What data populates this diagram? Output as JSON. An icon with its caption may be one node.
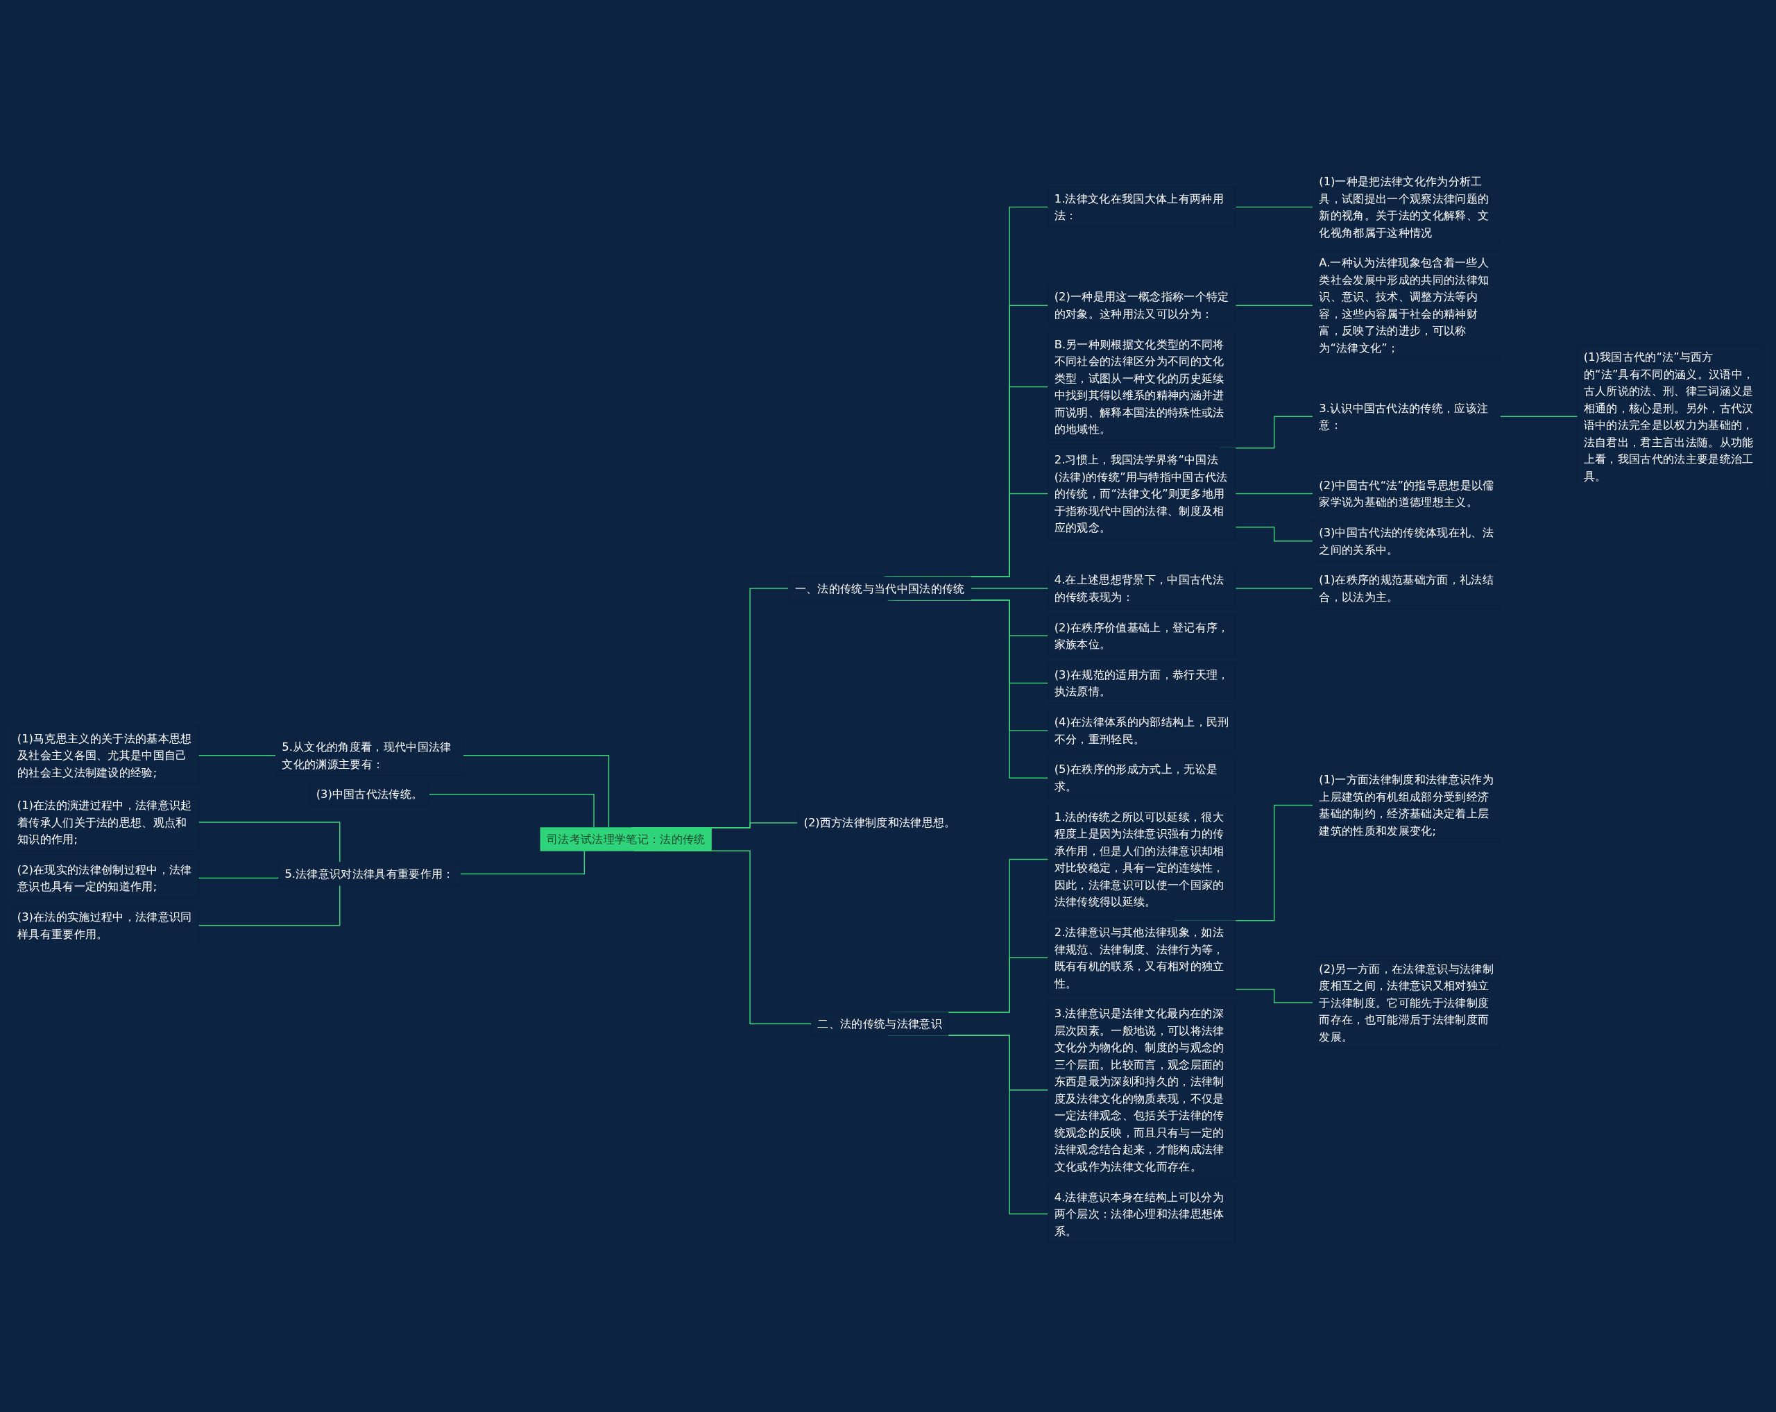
{
  "diagram": {
    "nodes": [
      {
        "text": [
          "司法考试法理学笔记：法的传统"
        ]
      },
      {
        "text": [
          "一、法的传统与当代中国法的传统"
        ]
      },
      {
        "text": [
          "1.法律文化在我国大体上有两种用法："
        ]
      },
      {
        "text": [
          "(1)一种是把法律文化作为分析工具，试图提出一个观察法律问题的新的视角。关于法的文化解释、文化视角都属于这种情况"
        ]
      },
      {
        "text": [
          "(2)一种是用这一概念指称一个特定的对象。这种用法又可以分为："
        ]
      },
      {
        "text": [
          "A.一种认为法律现象包含着一些人类社会发展中形成的共同的法律知识、意识、技术、调整方法等内容，这些内容属于社会的精神财富，反映了法的进步，可以称为“法律文化”；"
        ]
      },
      {
        "text": [
          "B.另一种则根据文化类型的不同将不同社会的法律区分为不同的文化类型，试图从一种文化的历史延续中找到其得以维系的精神内涵并进而说明、解释本国法的特殊性或法的地域性。"
        ]
      },
      {
        "text": [
          "2.习惯上，我国法学界将“中国法(法律)的传统”用与特指中国古代法的传统，而“法律文化”则更多地用于指称现代中国的法律、制度及相应的观念。"
        ]
      },
      {
        "text": [
          "3.认识中国古代法的传统，应该注意："
        ]
      },
      {
        "text": [
          "(1)我国古代的“法”与西方的“法”具有不同的涵义。汉语中，古人所说的法、刑、律三词涵义是相通的，核心是刑。另外，古代汉语中的法完全是以权力为基础的，法自君出，君主言出法随。从功能上看，我国古代的法主要是统治工具。"
        ]
      },
      {
        "text": [
          "(2)中国古代“法”的指导思想是以儒家学说为基础的道德理想主义。"
        ]
      },
      {
        "text": [
          "(3)中国古代法的传统体现在礼、法之间的关系中。"
        ]
      },
      {
        "text": [
          "4.在上述思想背景下，中国古代法的传统表现为："
        ]
      },
      {
        "text": [
          "(1)在秩序的规范基础方面，礼法结合，以法为主。"
        ]
      },
      {
        "text": [
          "(2)在秩序价值基础上，登记有序，家族本位。"
        ]
      },
      {
        "text": [
          "(3)在规范的适用方面，恭行天理，执法原情。"
        ]
      },
      {
        "text": [
          "(4)在法律体系的内部结构上，民刑不分，重刑轻民。"
        ]
      },
      {
        "text": [
          "(5)在秩序的形成方式上，无讼是求。"
        ]
      },
      {
        "text": [
          "(2)西方法律制度和法律思想。"
        ]
      },
      {
        "text": [
          "二、法的传统与法律意识"
        ]
      },
      {
        "text": [
          "1.法的传统之所以可以延续，很大程度上是因为法律意识强有力的传承作用，但是人们的法律意识却相对比较稳定，具有一定的连续性，因此，法律意识可以使一个国家的法律传统得以延续。"
        ]
      },
      {
        "text": [
          "2.法律意识与其他法律现象，如法律规范、法律制度、法律行为等，既有有机的联系，又有相对的独立性。"
        ]
      },
      {
        "text": [
          "(1)一方面法律制度和法律意识作为上层建筑的有机组成部分受到经济基础的制约，经济基础决定着上层建筑的性质和发展变化;"
        ]
      },
      {
        "text": [
          "(2)另一方面，在法律意识与法律制度相互之间，法律意识又相对独立于法律制度。它可能先于法律制度而存在，也可能滞后于法律制度而发展。"
        ]
      },
      {
        "text": [
          "3.法律意识是法律文化最内在的深层次因素。一般地说，可以将法律文化分为物化的、制度的与观念的三个层面。比较而言，观念层面的东西是最为深刻和持久的，法律制度及法律文化的物质表现，不仅是一定法律观念、包括关于法律的传统观念的反映，而且只有与一定的法律观念结合起来，才能构成法律文化或作为法律文化而存在。"
        ]
      },
      {
        "text": [
          "4.法律意识本身在结构上可以分为两个层次：法律心理和法律思想体系。"
        ]
      },
      {
        "text": [
          "5.从文化的角度看，现代中国法律文化的渊源主要有："
        ]
      },
      {
        "text": [
          "(1)马克思主义的关于法的基本思想及社会主义各国、尤其是中国自己的社会主义法制建设的经验;"
        ]
      },
      {
        "text": [
          "(3)中国古代法传统。"
        ]
      },
      {
        "text": [
          "5.法律意识对法律具有重要作用："
        ]
      },
      {
        "text": [
          "(1)在法的演进过程中，法律意识起着传承人们关于法的思想、观点和知识的作用;"
        ]
      },
      {
        "text": [
          "(2)在现实的法律创制过程中，法律意识也具有一定的知道作用;"
        ]
      },
      {
        "text": [
          "(3)在法的实施过程中，法律意识同样具有重要作用。"
        ]
      }
    ],
    "edges": [
      {
        "from": 0,
        "to": 1,
        "arrow": "none"
      },
      {
        "from": 1,
        "to": 2,
        "arrow": "none"
      },
      {
        "from": 2,
        "to": 3,
        "arrow": "none"
      },
      {
        "from": 1,
        "to": 4,
        "arrow": "none"
      },
      {
        "from": 4,
        "to": 5,
        "arrow": "none"
      },
      {
        "from": 1,
        "to": 6,
        "arrow": "none"
      },
      {
        "from": 1,
        "to": 7,
        "arrow": "none"
      },
      {
        "from": 7,
        "to": 8,
        "arrow": "none"
      },
      {
        "from": 8,
        "to": 9,
        "arrow": "none"
      },
      {
        "from": 7,
        "to": 10,
        "arrow": "none"
      },
      {
        "from": 7,
        "to": 11,
        "arrow": "none"
      },
      {
        "from": 1,
        "to": 12,
        "arrow": "none"
      },
      {
        "from": 12,
        "to": 13,
        "arrow": "none"
      },
      {
        "from": 1,
        "to": 14,
        "arrow": "none"
      },
      {
        "from": 1,
        "to": 15,
        "arrow": "none"
      },
      {
        "from": 1,
        "to": 16,
        "arrow": "none"
      },
      {
        "from": 1,
        "to": 17,
        "arrow": "none"
      },
      {
        "from": 0,
        "to": 18,
        "arrow": "none"
      },
      {
        "from": 0,
        "to": 19,
        "arrow": "none"
      },
      {
        "from": 19,
        "to": 20,
        "arrow": "none"
      },
      {
        "from": 19,
        "to": 21,
        "arrow": "none"
      },
      {
        "from": 21,
        "to": 22,
        "arrow": "none"
      },
      {
        "from": 21,
        "to": 23,
        "arrow": "none"
      },
      {
        "from": 19,
        "to": 24,
        "arrow": "none"
      },
      {
        "from": 19,
        "to": 25,
        "arrow": "none"
      },
      {
        "from": 0,
        "to": 26,
        "arrow": "none"
      },
      {
        "from": 26,
        "to": 27,
        "arrow": "none"
      },
      {
        "from": 0,
        "to": 28,
        "arrow": "none"
      },
      {
        "from": 0,
        "to": 29,
        "arrow": "none"
      },
      {
        "from": 29,
        "to": 30,
        "arrow": "none"
      },
      {
        "from": 29,
        "to": 31,
        "arrow": "none"
      },
      {
        "from": 29,
        "to": 32,
        "arrow": "none"
      }
    ]
  }
}
